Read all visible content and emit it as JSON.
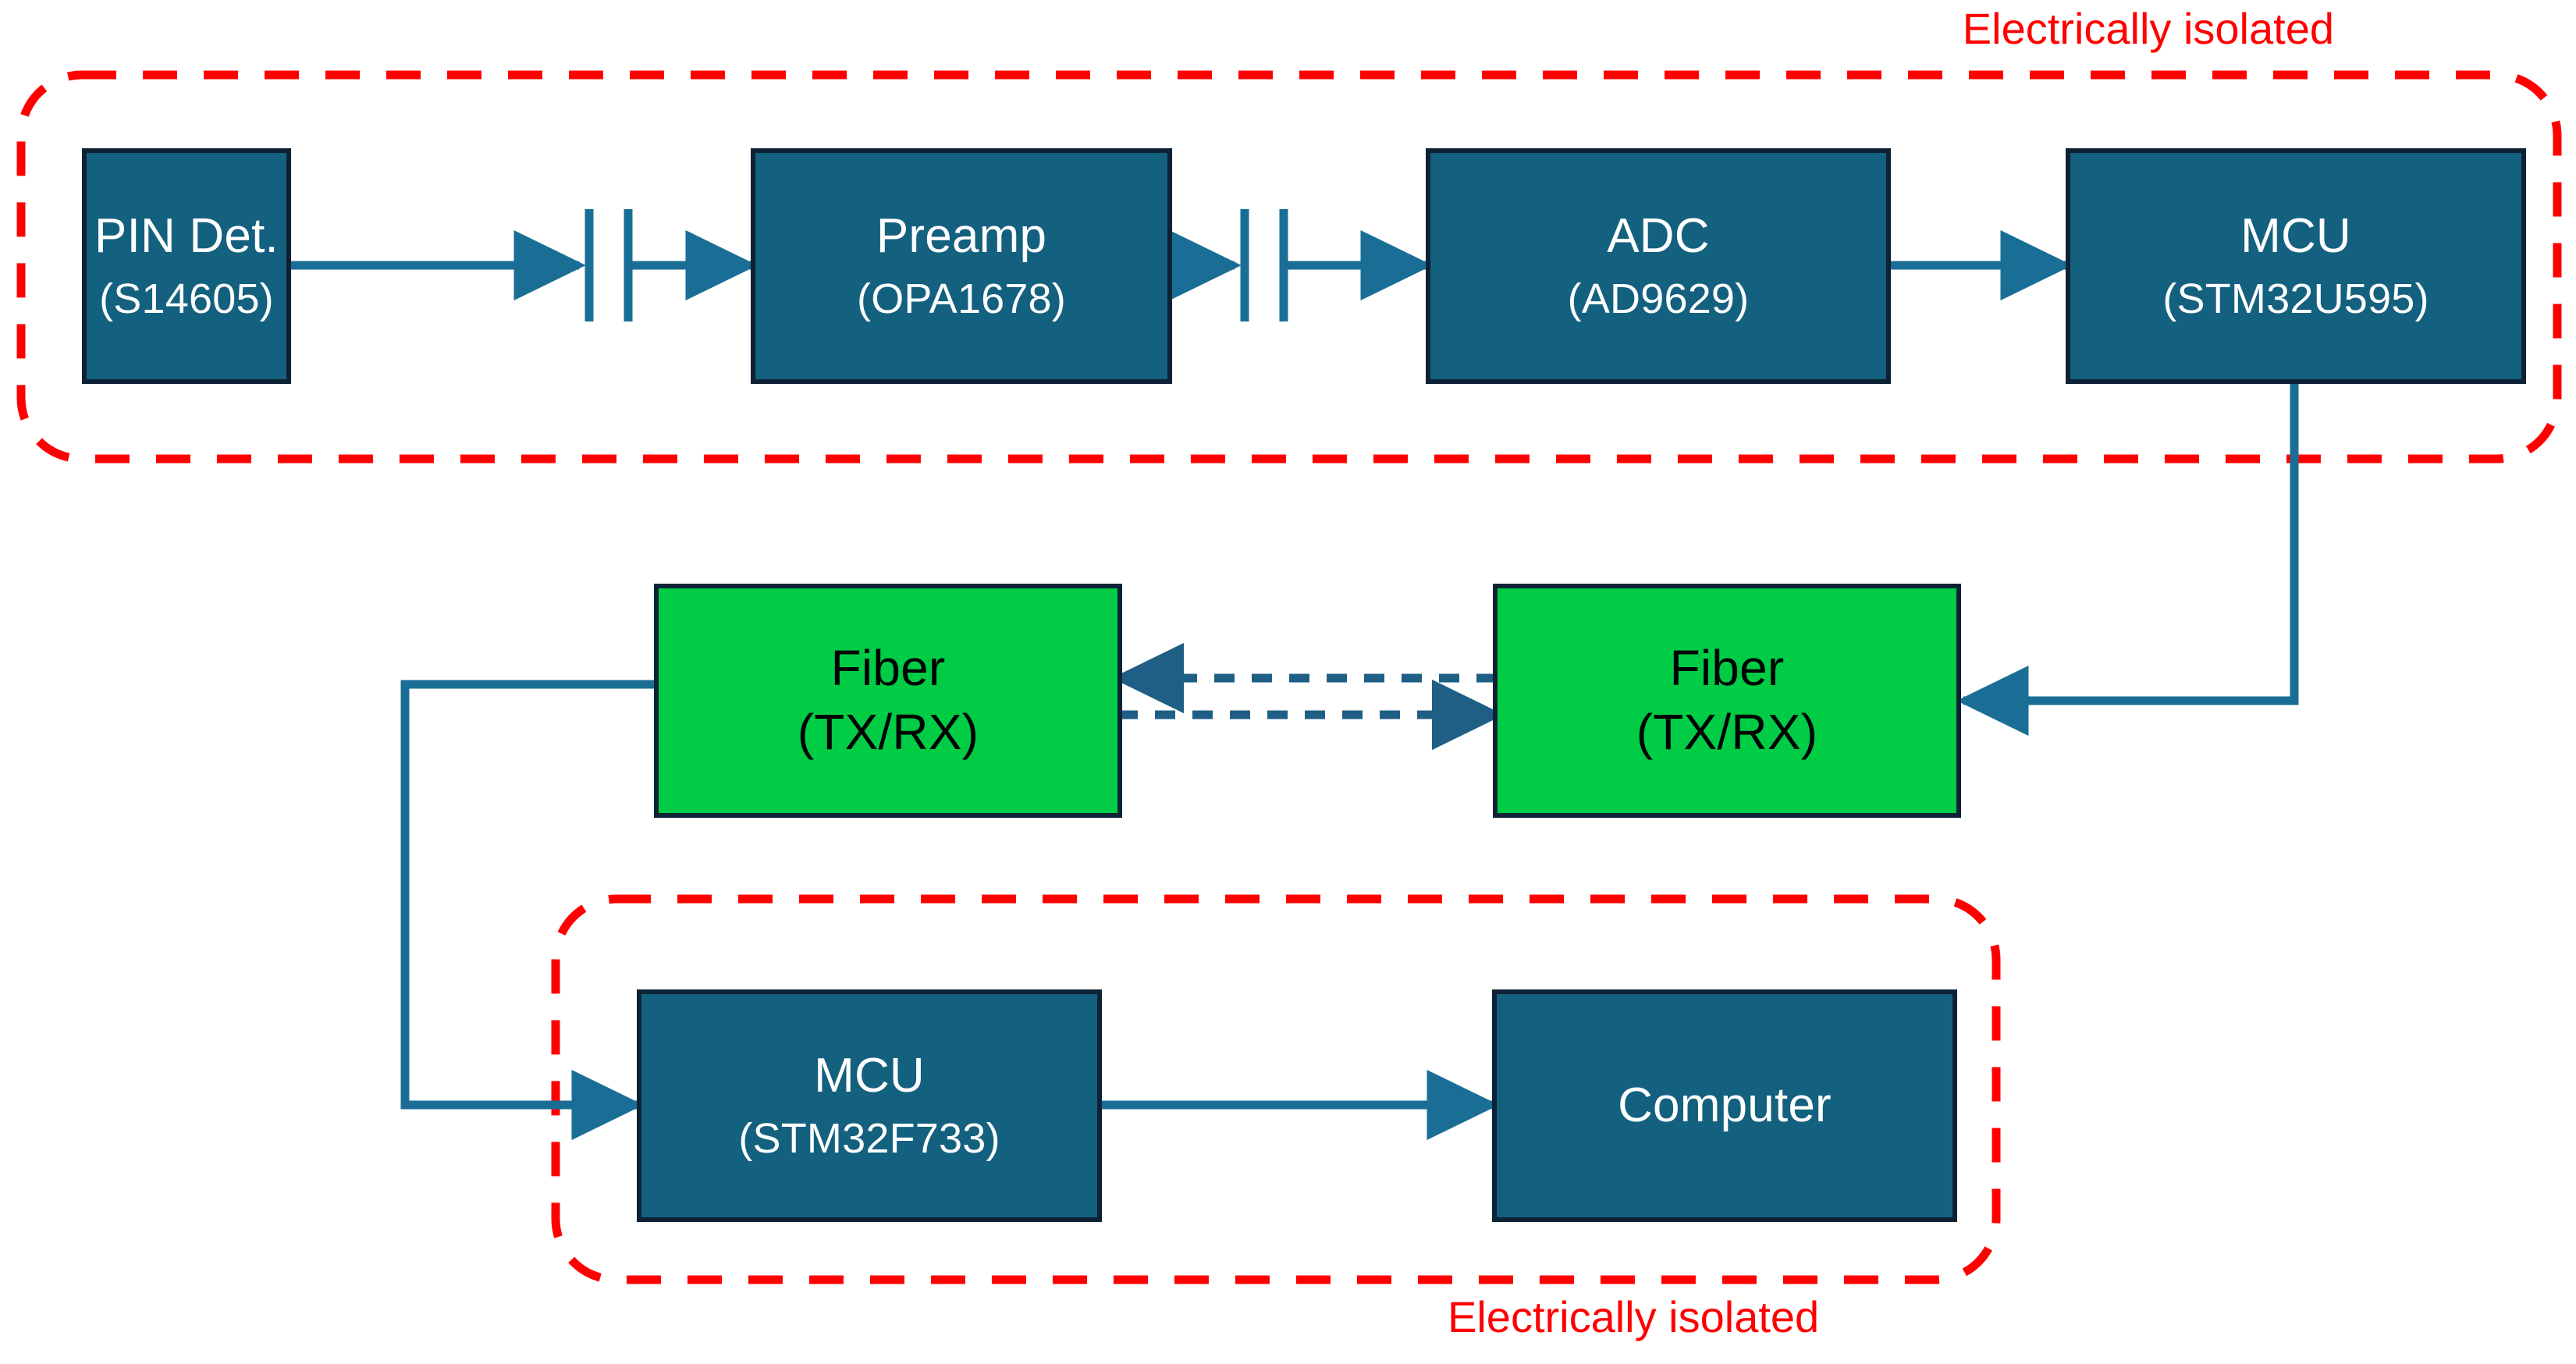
{
  "diagram": {
    "title": "Electrically isolated optical-fiber data acquisition block diagram",
    "colors": {
      "block_blue": "#14607f",
      "block_green": "#00cc45",
      "block_border": "#0e2236",
      "connector_blue": "#1a6e96",
      "isolation_red": "#ff0000",
      "background": "#ffffff"
    },
    "isolation_boundaries": [
      {
        "id": "top",
        "label": "Electrically isolated",
        "label_position": "above-right"
      },
      {
        "id": "bottom",
        "label": "Electrically isolated",
        "label_position": "below-center"
      }
    ],
    "blocks": [
      {
        "id": "pin-det",
        "line1": "PIN Det.",
        "line2": "(S14605)",
        "fill": "blue"
      },
      {
        "id": "preamp",
        "line1": "Preamp",
        "line2": "(OPA1678)",
        "fill": "blue"
      },
      {
        "id": "adc",
        "line1": "ADC",
        "line2": "(AD9629)",
        "fill": "blue"
      },
      {
        "id": "mcu-top",
        "line1": "MCU",
        "line2": "(STM32U595)",
        "fill": "blue"
      },
      {
        "id": "fiber-left",
        "line1": "Fiber",
        "line2": "(TX/RX)",
        "fill": "green"
      },
      {
        "id": "fiber-right",
        "line1": "Fiber",
        "line2": "(TX/RX)",
        "fill": "green"
      },
      {
        "id": "mcu-bottom",
        "line1": "MCU",
        "line2": "(STM32F733)",
        "fill": "blue"
      },
      {
        "id": "computer",
        "line1": "Computer",
        "line2": "",
        "fill": "blue"
      }
    ],
    "connectors": [
      {
        "from": "pin-det",
        "to": "preamp",
        "style": "solid-with-capacitor",
        "direction": "right"
      },
      {
        "from": "preamp",
        "to": "adc",
        "style": "solid-with-capacitor",
        "direction": "right"
      },
      {
        "from": "adc",
        "to": "mcu-top",
        "style": "solid",
        "direction": "right"
      },
      {
        "from": "mcu-top",
        "to": "fiber-right",
        "style": "solid",
        "direction": "down-left"
      },
      {
        "from": "fiber-right",
        "to": "fiber-left",
        "style": "dashed",
        "direction": "left"
      },
      {
        "from": "fiber-left",
        "to": "fiber-right",
        "style": "dashed",
        "direction": "right"
      },
      {
        "from": "fiber-left",
        "to": "mcu-bottom",
        "style": "solid",
        "direction": "left-down-right"
      },
      {
        "from": "mcu-bottom",
        "to": "computer",
        "style": "solid",
        "direction": "right"
      }
    ]
  }
}
